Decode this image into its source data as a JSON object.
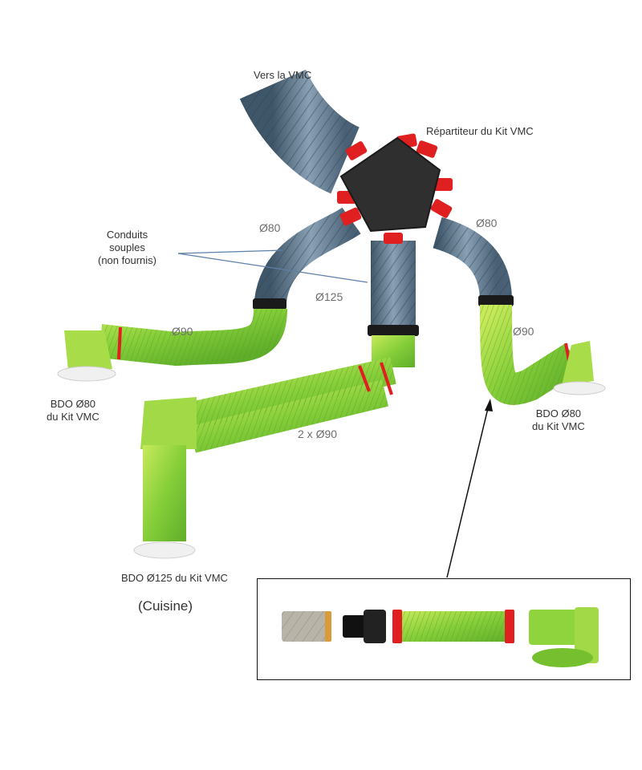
{
  "labels": {
    "vers_vmc": "Vers la VMC",
    "repartiteur": "Répartiteur du Kit VMC",
    "conduits": "Conduits\nsouples\n(non fournis)",
    "bdo80_left": "BDO Ø80\ndu Kit VMC",
    "bdo80_right": "BDO Ø80\ndu Kit VMC",
    "bdo125": "BDO Ø125 du Kit VMC",
    "cuisine": "(Cuisine)"
  },
  "dimensions": {
    "d80_left": "Ø80",
    "d80_right": "Ø80",
    "d125": "Ø125",
    "d90_left": "Ø90",
    "d90_right": "Ø90",
    "d2x90": "2 x Ø90"
  },
  "colors": {
    "duct_green": "#8fd43c",
    "flex_grey": "#5f7488",
    "connector_red": "#e02020",
    "hub_dark": "#333333"
  }
}
